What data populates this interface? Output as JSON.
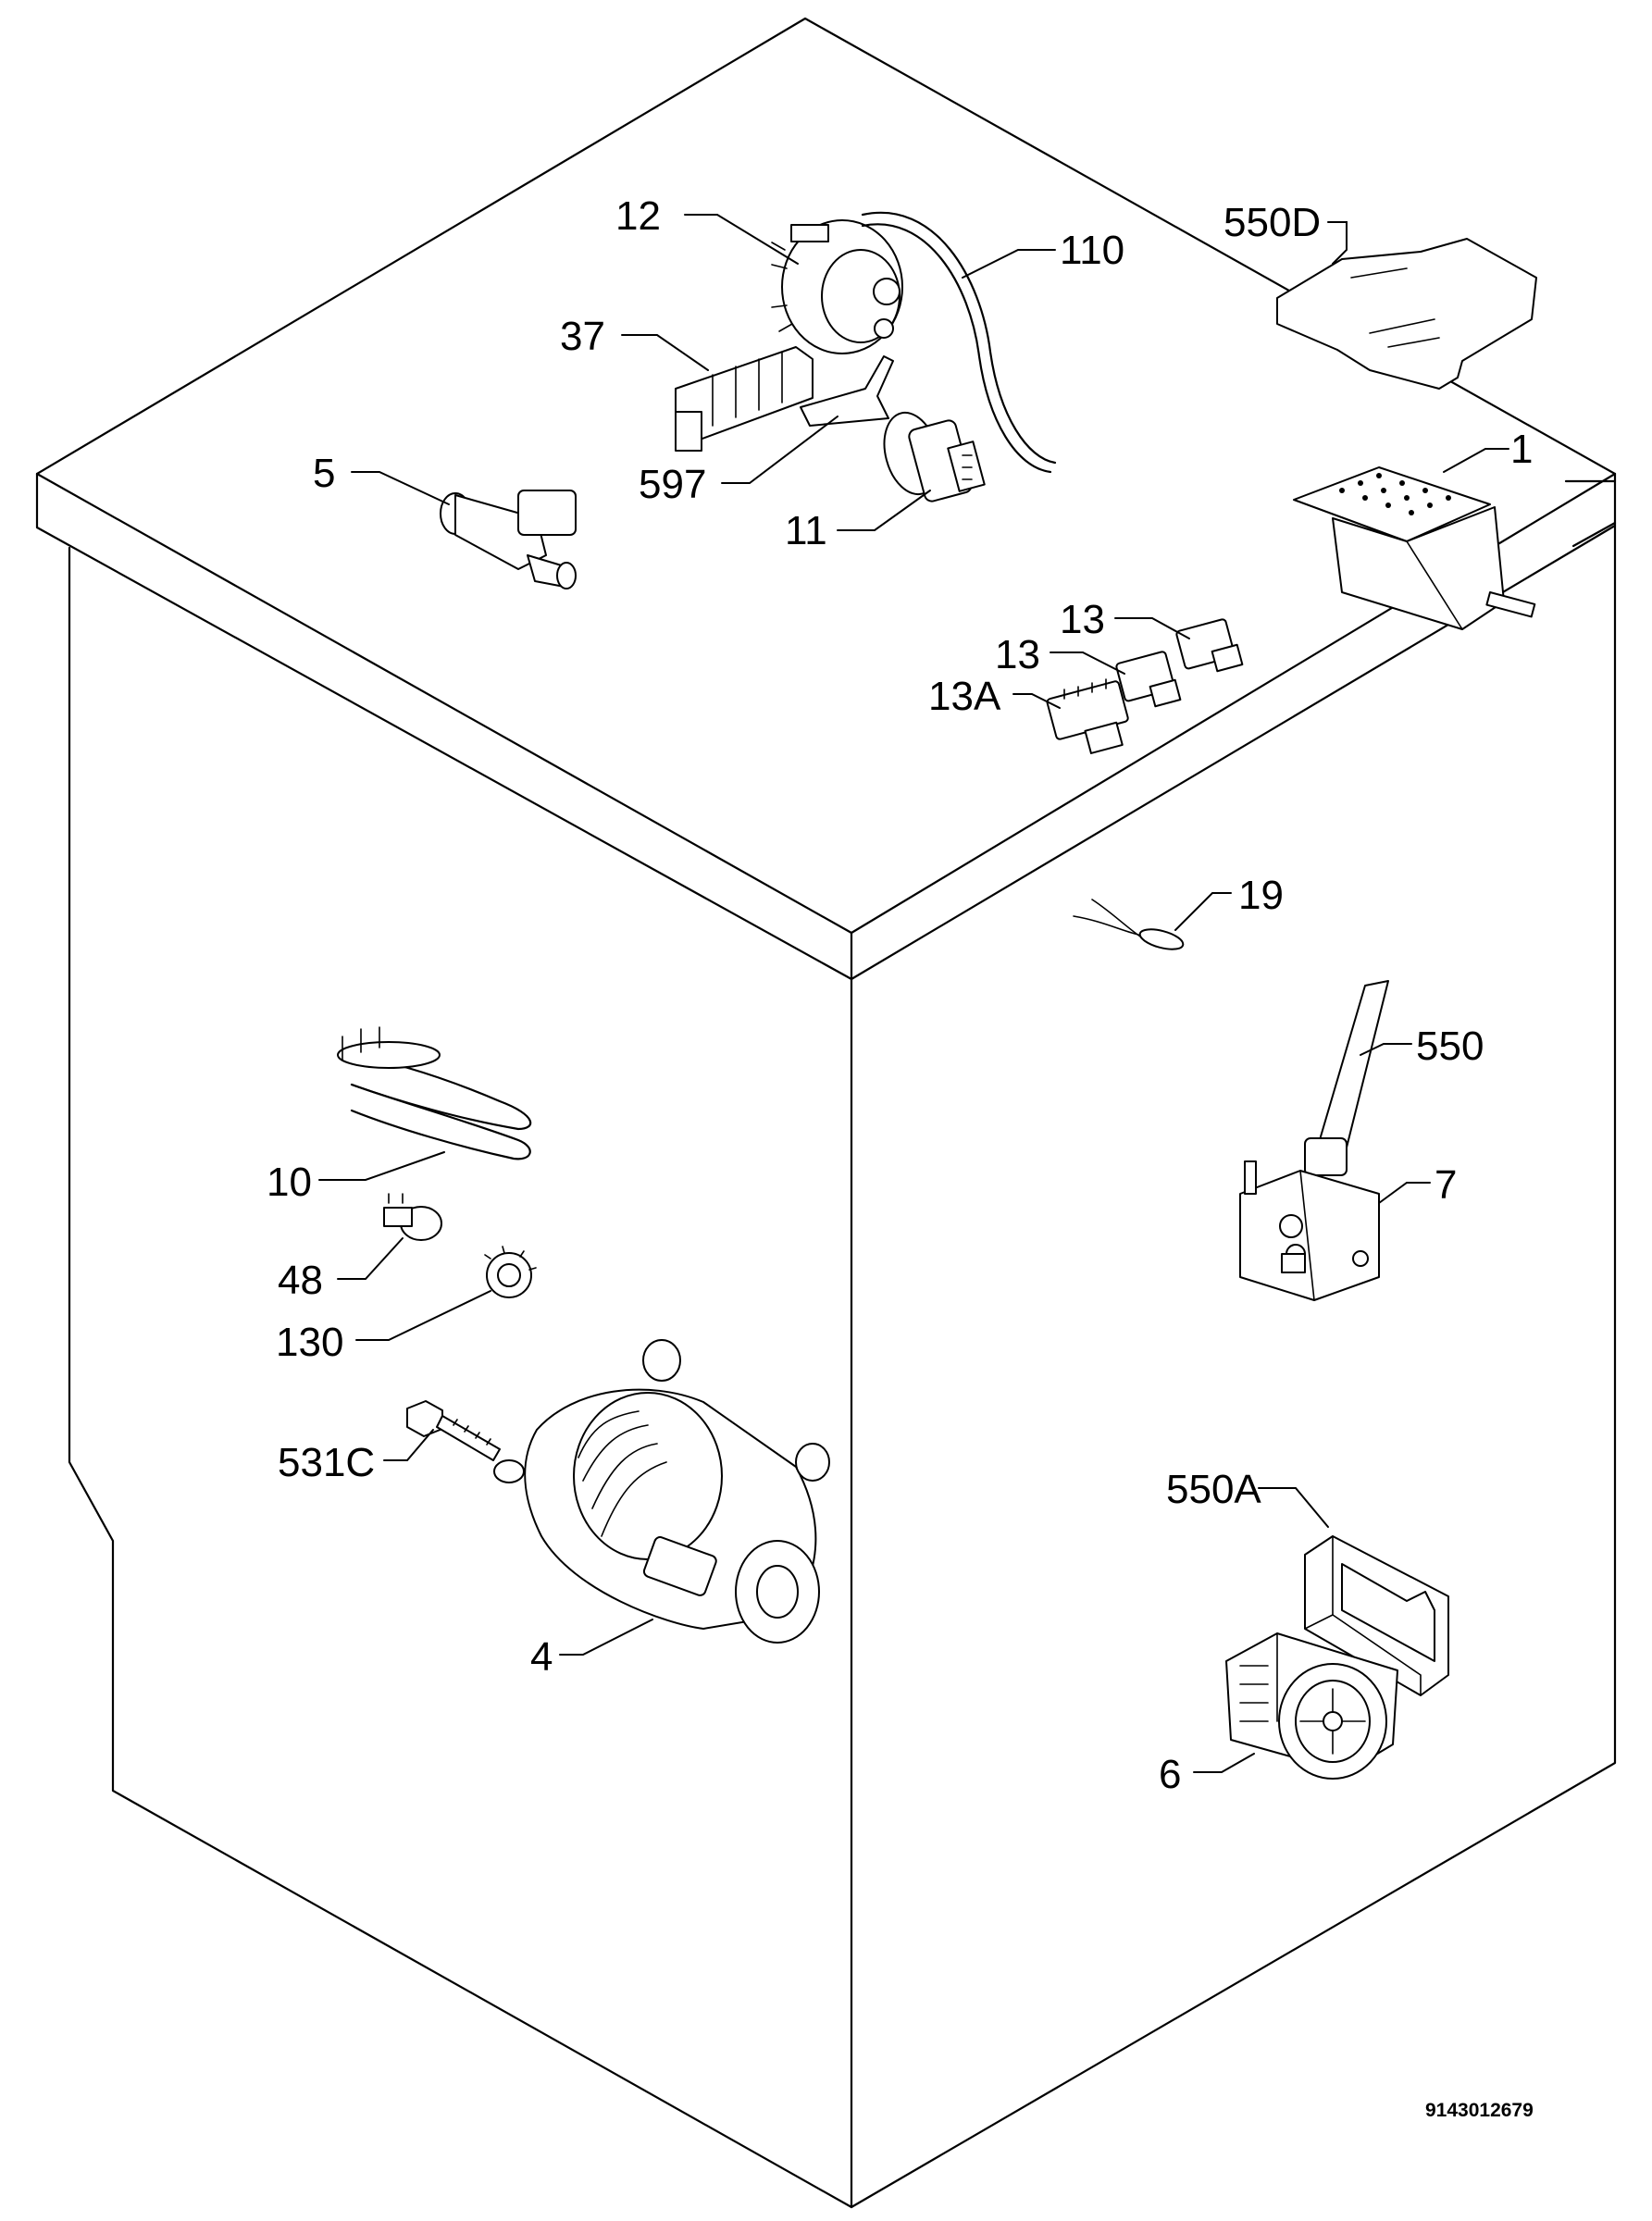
{
  "labels": {
    "l12": "12",
    "l110": "110",
    "l550d": "550D",
    "l37": "37",
    "l5": "5",
    "l597": "597",
    "l11": "11",
    "l1": "1",
    "l13a": "13",
    "l13b": "13",
    "l13c": "13A",
    "l19": "19",
    "l550": "550",
    "l10": "10",
    "l7": "7",
    "l48": "48",
    "l130": "130",
    "l531c": "531C",
    "l550a": "550A",
    "l4": "4",
    "l6": "6"
  },
  "document_number": "9143012679"
}
